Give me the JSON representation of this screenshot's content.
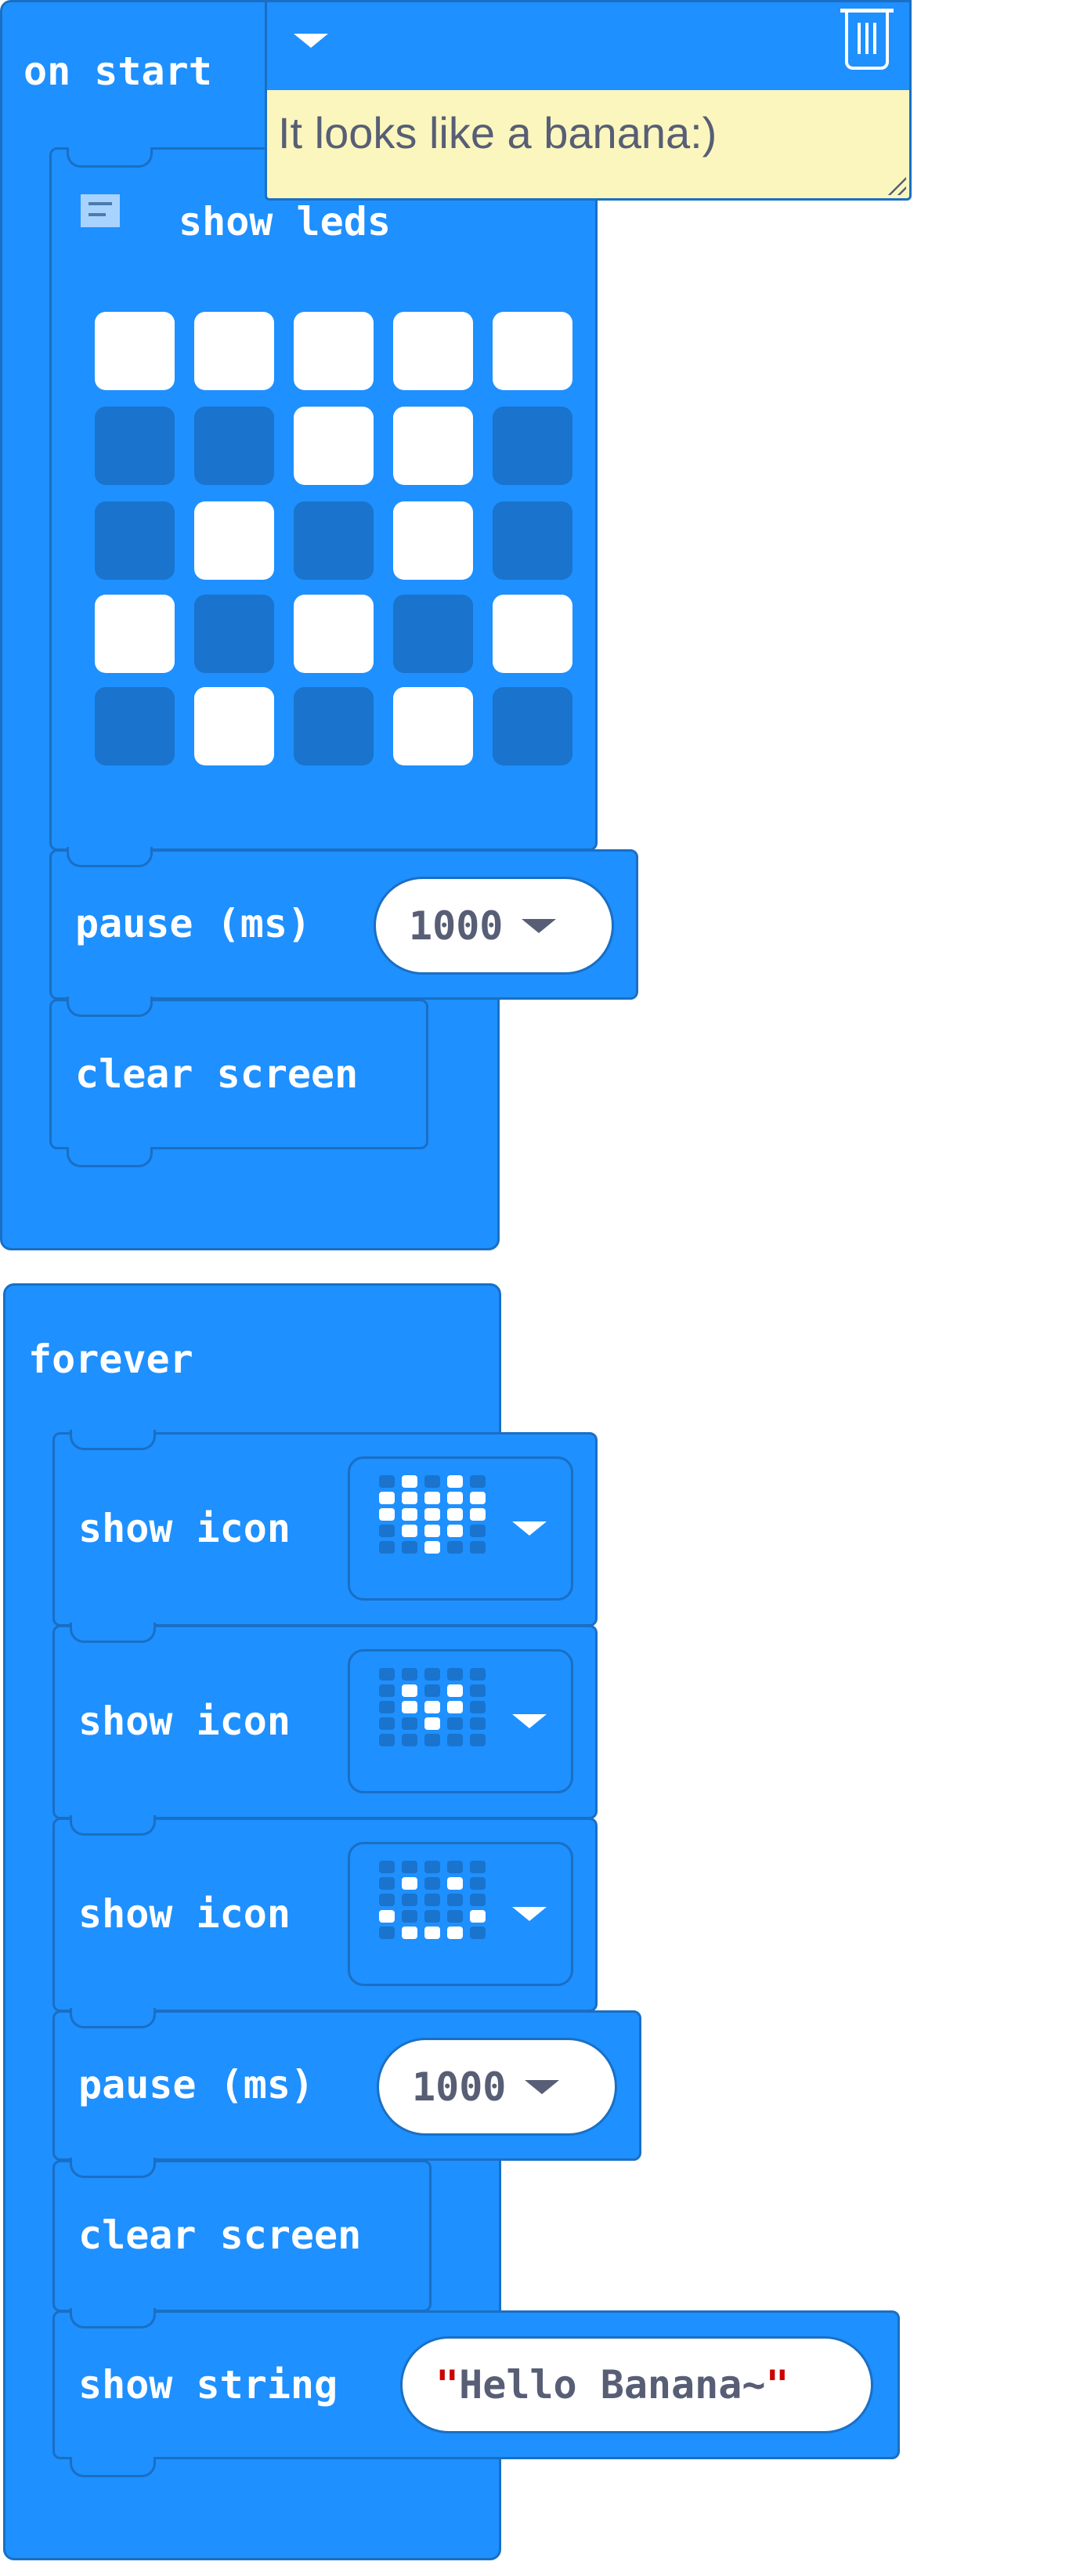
{
  "on_start": {
    "label": "on start",
    "show_leds": {
      "label": "show leds",
      "grid": [
        [
          1,
          1,
          1,
          1,
          1
        ],
        [
          0,
          0,
          1,
          1,
          0
        ],
        [
          0,
          1,
          0,
          1,
          0
        ],
        [
          1,
          0,
          1,
          0,
          1
        ],
        [
          0,
          1,
          0,
          1,
          0
        ]
      ]
    },
    "pause": {
      "label": "pause (ms)",
      "value": "1000"
    },
    "clear": {
      "label": "clear screen"
    }
  },
  "comment": {
    "text": "It looks like a banana:)",
    "icons": [
      "collapse-triangle-icon",
      "trash-icon",
      "resize-handle-icon",
      "comment-icon"
    ]
  },
  "forever": {
    "label": "forever",
    "icons": [
      {
        "label": "show icon",
        "grid": [
          [
            0,
            1,
            0,
            1,
            0
          ],
          [
            1,
            1,
            1,
            1,
            1
          ],
          [
            1,
            1,
            1,
            1,
            1
          ],
          [
            0,
            1,
            1,
            1,
            0
          ],
          [
            0,
            0,
            1,
            0,
            0
          ]
        ]
      },
      {
        "label": "show icon",
        "grid": [
          [
            0,
            0,
            0,
            0,
            0
          ],
          [
            0,
            1,
            0,
            1,
            0
          ],
          [
            0,
            1,
            1,
            1,
            0
          ],
          [
            0,
            0,
            1,
            0,
            0
          ],
          [
            0,
            0,
            0,
            0,
            0
          ]
        ]
      },
      {
        "label": "show icon",
        "grid": [
          [
            0,
            0,
            0,
            0,
            0
          ],
          [
            0,
            1,
            0,
            1,
            0
          ],
          [
            0,
            0,
            0,
            0,
            0
          ],
          [
            1,
            0,
            0,
            0,
            1
          ],
          [
            0,
            1,
            1,
            1,
            0
          ]
        ]
      }
    ],
    "pause": {
      "label": "pause (ms)",
      "value": "1000"
    },
    "clear": {
      "label": "clear screen"
    },
    "show_string": {
      "label": "show string",
      "value": "Hello Banana~"
    }
  },
  "colors": {
    "block": "#1e90ff",
    "border": "#1a6fc4",
    "led_off": "#1a73cc",
    "comment_bg": "#faf6bd"
  }
}
